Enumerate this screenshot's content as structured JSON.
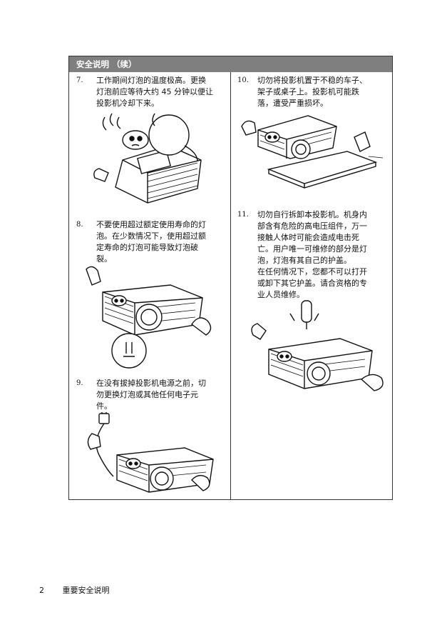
{
  "header": {
    "title": "安全说明 （续）"
  },
  "items": [
    {
      "num": "7.",
      "lines": [
        "工作期间灯泡的温度极高。更换",
        "灯泡前应等待大约 45 分钟以便让",
        "投影机冷却下来。"
      ]
    },
    {
      "num": "8.",
      "lines": [
        "不要使用超过额定使用寿命的灯",
        "泡。在少数情况下，使用超过额",
        "定寿命的灯泡可能导致灯泡破",
        "裂。"
      ]
    },
    {
      "num": "9.",
      "lines": [
        "在没有拔掉投影机电源之前，切",
        "勿更换灯泡或其他任何电子元",
        "件。"
      ]
    },
    {
      "num": "10.",
      "lines": [
        "切勿将投影机置于不稳的车子、",
        "架子或桌子上。投影机可能跌",
        "落，遭受严重损坏。"
      ]
    },
    {
      "num": "11.",
      "lines": [
        "切勿自行拆卸本投影机。机身内",
        "部含有危险的高电压组件，万一",
        "接触人体时可能会造成电击死",
        "亡。用户唯一可维修的部分是灯",
        "泡，灯泡有其自己的护盖。",
        "在任何情况下，您都不可以打开",
        "或卸下其它护盖。请合资格的专",
        "业人员维修。"
      ]
    }
  ],
  "footer": {
    "page": "2",
    "title": "重要安全说明"
  }
}
